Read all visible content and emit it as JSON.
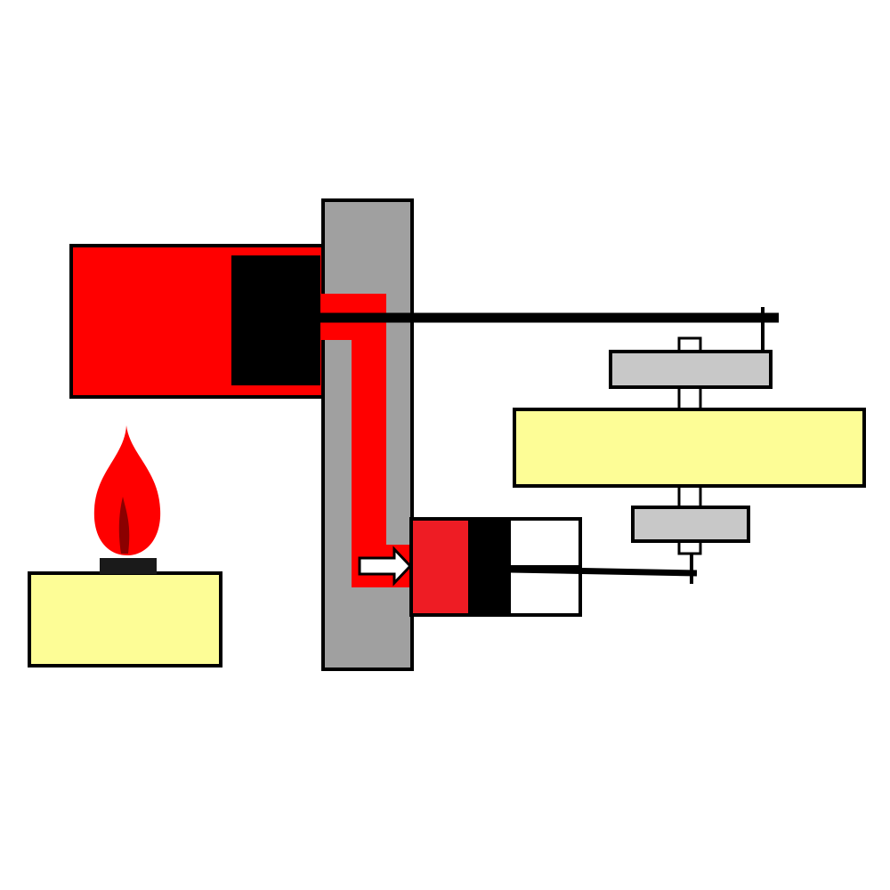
{
  "colors": {
    "background": "#ffffff",
    "outline": "#000000",
    "hot_gas": "#ff0000",
    "power_gas": "#ee1c24",
    "piston": "#000000",
    "frame": "#a0a0a0",
    "yellow_block": "#fdfd96",
    "flywheel": "#c8c8c8",
    "flame": "#ff0000",
    "flame_core": "#8b0000",
    "burner_top": "#1a1a1a",
    "arrow_fill": "#ffffff",
    "cold_space": "#ffffff"
  },
  "components": {
    "hot_cylinder": {
      "icon": "hot-cylinder"
    },
    "displacer_piston": {
      "icon": "displacer-piston"
    },
    "transfer_port": {
      "icon": "gas-transfer-port"
    },
    "power_cylinder": {
      "icon": "power-cylinder"
    },
    "power_piston": {
      "icon": "power-piston"
    },
    "flow_arrow": {
      "icon": "right-arrow-icon",
      "direction": "right"
    },
    "burner": {
      "icon": "flame-icon"
    },
    "flywheel_assembly": {
      "icon": "flywheel-icon"
    },
    "mounting_frame": {
      "icon": "frame-plate"
    }
  }
}
